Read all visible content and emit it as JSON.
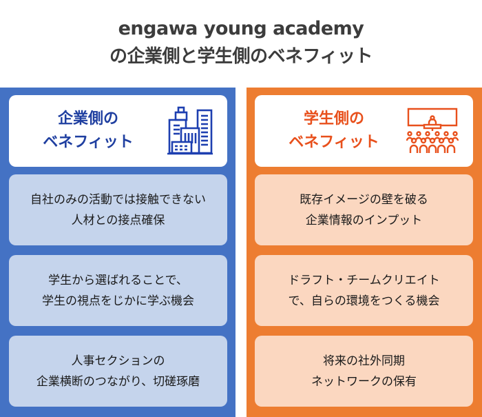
{
  "title": {
    "line1": "engawa young academy",
    "line2": "の企業側と学生側のベネフィット"
  },
  "colors": {
    "left_panel": "#4472c4",
    "right_panel": "#ed7d31",
    "left_card": "#c5d4ec",
    "right_card": "#fbd7c0",
    "left_heading": "#1f3fa0",
    "right_heading": "#e8501c"
  },
  "left": {
    "heading": {
      "line1": "企業側の",
      "line2": "ベネフィット"
    },
    "icon": "office-buildings-icon",
    "items": [
      {
        "line1": "自社のみの活動では接触できない",
        "line2": "人材との接点確保"
      },
      {
        "line1": "学生から選ばれることで、",
        "line2": "学生の視点をじかに学ぶ機会"
      },
      {
        "line1": "人事セクションの",
        "line2": "企業横断のつながり、切磋琢磨"
      }
    ]
  },
  "right": {
    "heading": {
      "line1": "学生側の",
      "line2": "ベネフィット"
    },
    "icon": "audience-presentation-icon",
    "items": [
      {
        "line1": "既存イメージの壁を破る",
        "line2": "企業情報のインプット"
      },
      {
        "line1": "ドラフト・チームクリエイト",
        "line2": "で、自らの環境をつくる機会"
      },
      {
        "line1": "将来の社外同期",
        "line2": "ネットワークの保有"
      }
    ]
  }
}
